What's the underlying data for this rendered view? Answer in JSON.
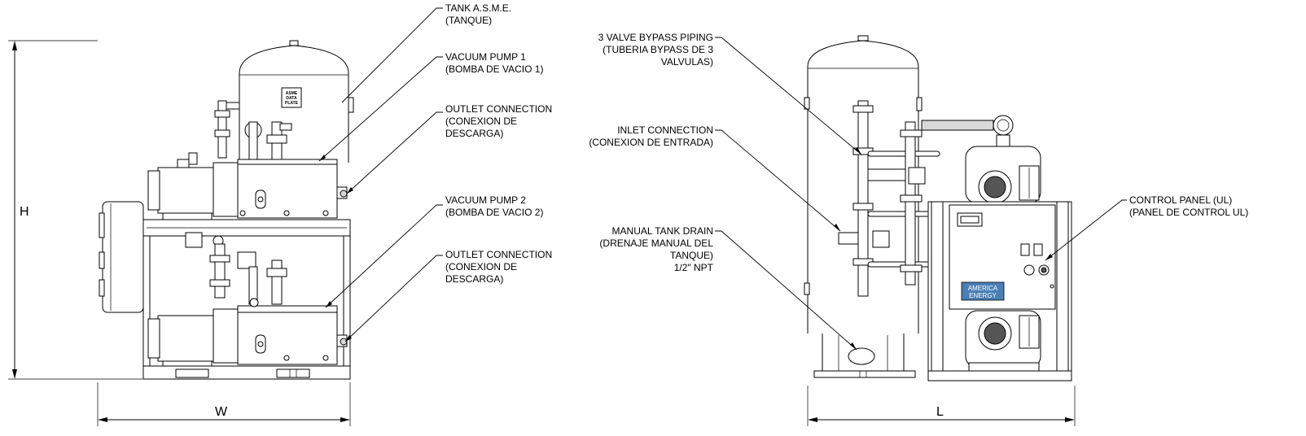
{
  "dimensions": {
    "height_label": "H",
    "width_label": "W",
    "length_label": "L"
  },
  "front_view": {
    "asme_plate": [
      "ASME",
      "DATA",
      "PLATE"
    ],
    "callouts": {
      "tank": [
        "TANK A.S.M.E.",
        "(TANQUE)"
      ],
      "pump1": [
        "VACUUM PUMP 1",
        "(BOMBA DE VACIO 1)"
      ],
      "outlet1": [
        "OUTLET CONNECTION",
        "(CONEXION DE",
        "DESCARGA)"
      ],
      "pump2": [
        "VACUUM PUMP 2",
        "(BOMBA DE VACIO 2)"
      ],
      "outlet2": [
        "OUTLET CONNECTION",
        "(CONEXION DE",
        "DESCARGA)"
      ]
    }
  },
  "side_view": {
    "brand": [
      "AMERICA",
      "ENERGY"
    ],
    "callouts": {
      "bypass": [
        "3 VALVE BYPASS PIPING",
        "(TUBERIA BYPASS DE 3",
        "VALVULAS)"
      ],
      "inlet": [
        "INLET CONNECTION",
        "(CONEXION DE ENTRADA)"
      ],
      "drain": [
        "MANUAL TANK DRAIN",
        "(DRENAJE MANUAL  DEL",
        "TANQUE)",
        "1/2\" NPT"
      ],
      "control": [
        "CONTROL PANEL (UL)",
        "(PANEL DE CONTROL UL)"
      ]
    }
  },
  "colors": {
    "line": "#000000",
    "brand_badge": "#4a7fb5"
  }
}
